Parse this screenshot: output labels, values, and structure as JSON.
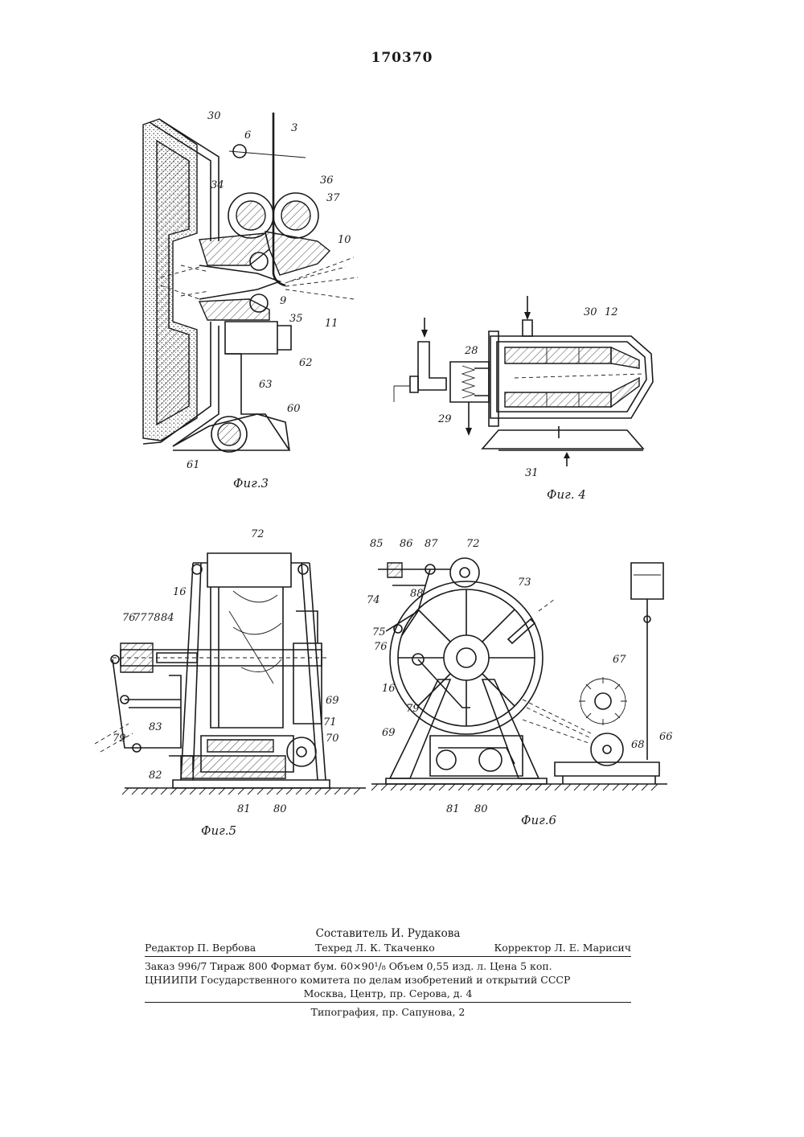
{
  "patent_number": "170370",
  "figures": {
    "fig3": {
      "caption": "Фиг.3",
      "labels": [
        "30",
        "6",
        "3",
        "34",
        "36",
        "37",
        "10",
        "9",
        "11",
        "35",
        "62",
        "63",
        "60",
        "61"
      ]
    },
    "fig4": {
      "caption": "Фиг. 4",
      "labels": [
        "30",
        "12",
        "28",
        "29",
        "31"
      ]
    },
    "fig5": {
      "caption": "Фиг.5",
      "labels": [
        "72",
        "16",
        "76",
        "77",
        "78",
        "84",
        "69",
        "71",
        "70",
        "83",
        "79",
        "82",
        "81",
        "80"
      ]
    },
    "fig6": {
      "caption": "Фиг.6",
      "labels": [
        "85",
        "86",
        "87",
        "72",
        "73",
        "74",
        "88",
        "75",
        "76",
        "16",
        "79",
        "67",
        "69",
        "68",
        "66",
        "81",
        "80"
      ]
    }
  },
  "colophon": {
    "compiler": "Составитель И. Рудакова",
    "editor": "Редактор П. Вербова",
    "techred": "Техред Л. К. Ткаченко",
    "corrector": "Корректор Л. Е. Марисич",
    "order_line": "Заказ 996/7 Тираж 800 Формат бум. 60×90¹/₈ Объем 0,55 изд. л. Цена 5 коп.",
    "institute_line": "ЦНИИПИ Государственного комитета по делам изобретений и открытий СССР",
    "address_line": "Москва, Центр, пр. Серова, д. 4",
    "printer": "Типография, пр. Сапунова, 2"
  }
}
